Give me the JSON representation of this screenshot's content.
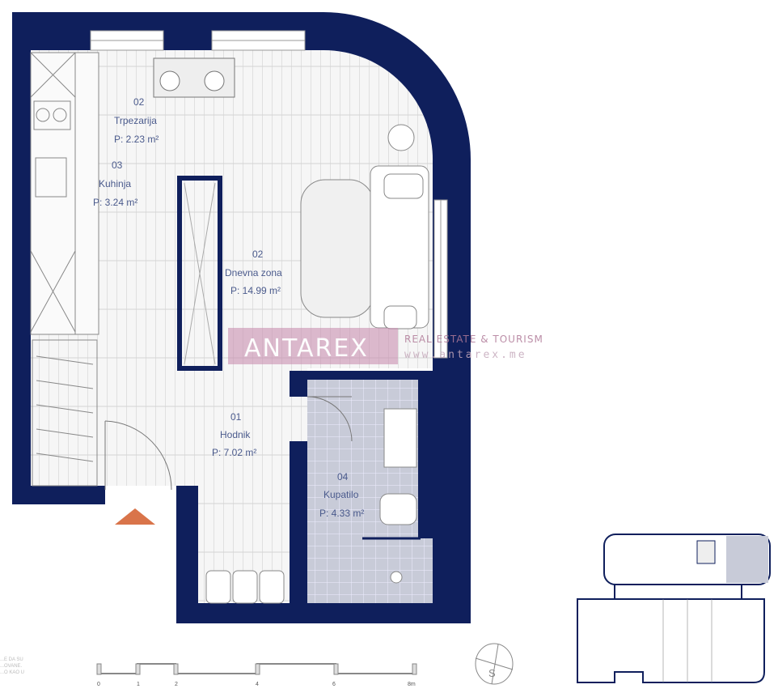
{
  "colors": {
    "wall": "#0f1f5c",
    "floor": "#f4f4f4",
    "tile": "#c8cbd8",
    "entrance_arrow": "#d9744a",
    "watermark": "#c98fb0"
  },
  "rooms": [
    {
      "number": "02",
      "name": "Trpezarija",
      "area": "P: 2.23 m²"
    },
    {
      "number": "03",
      "name": "Kuhinja",
      "area": "P: 3.24 m²"
    },
    {
      "number": "02",
      "name": "Dnevna zona",
      "area": "P: 14.99 m²"
    },
    {
      "number": "01",
      "name": "Hodnik",
      "area": "P: 7.02 m²"
    },
    {
      "number": "04",
      "name": "Kupatilo",
      "area": "P: 4.33 m²"
    }
  ],
  "watermark": {
    "brand": "ANTAREX",
    "tagline": "REAL ESTATE & TOURISM",
    "url": "www.antarex.me"
  },
  "scale_bar": {
    "ticks": [
      "0",
      "1",
      "2",
      "4",
      "6",
      "8m"
    ]
  },
  "compass": {
    "label": "S"
  },
  "side_note": [
    "...E DA SU",
    "...OVANE.",
    "...O KAO U"
  ]
}
